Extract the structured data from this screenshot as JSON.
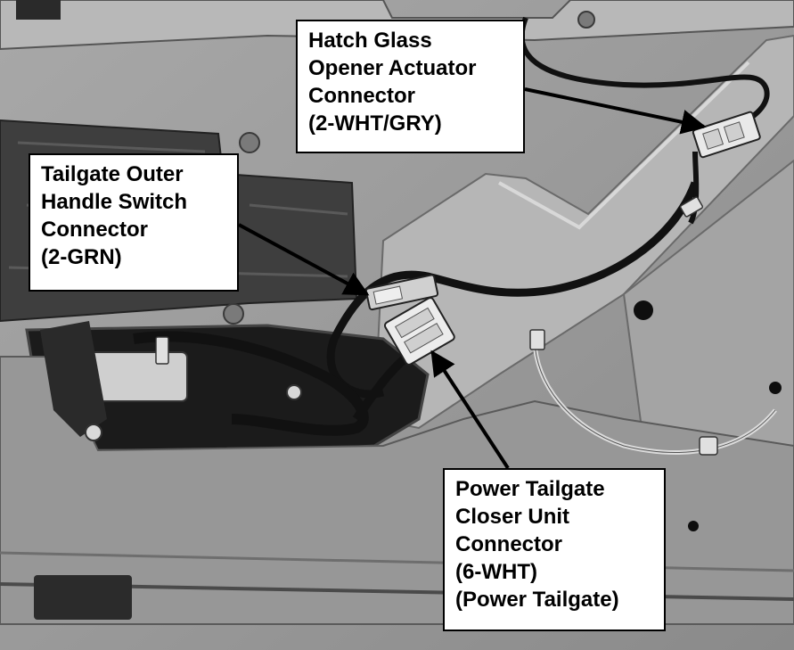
{
  "colors": {
    "panel": "#9c9c9c",
    "panel_light": "#bdbdbd",
    "panel_dark": "#5e5e5e",
    "cavity": "#1a1a1a",
    "insulation": "#3c3c3c",
    "wire": "#111111",
    "connector": "#e8e8e8",
    "callout_bg": "#ffffff",
    "callout_text": "#000000"
  },
  "callouts": [
    {
      "id": "hatch-glass-opener-actuator-connector",
      "lines": [
        "Hatch Glass",
        "Opener Actuator",
        "Connector",
        "(2-WHT/GRY)"
      ]
    },
    {
      "id": "tailgate-outer-handle-switch-connector",
      "lines": [
        "Tailgate Outer",
        "Handle Switch",
        "Connector",
        "(2-GRN)"
      ]
    },
    {
      "id": "power-tailgate-closer-unit-connector",
      "lines": [
        "Power Tailgate",
        "Closer Unit",
        "Connector",
        "(6-WHT)",
        "(Power Tailgate)"
      ]
    }
  ]
}
